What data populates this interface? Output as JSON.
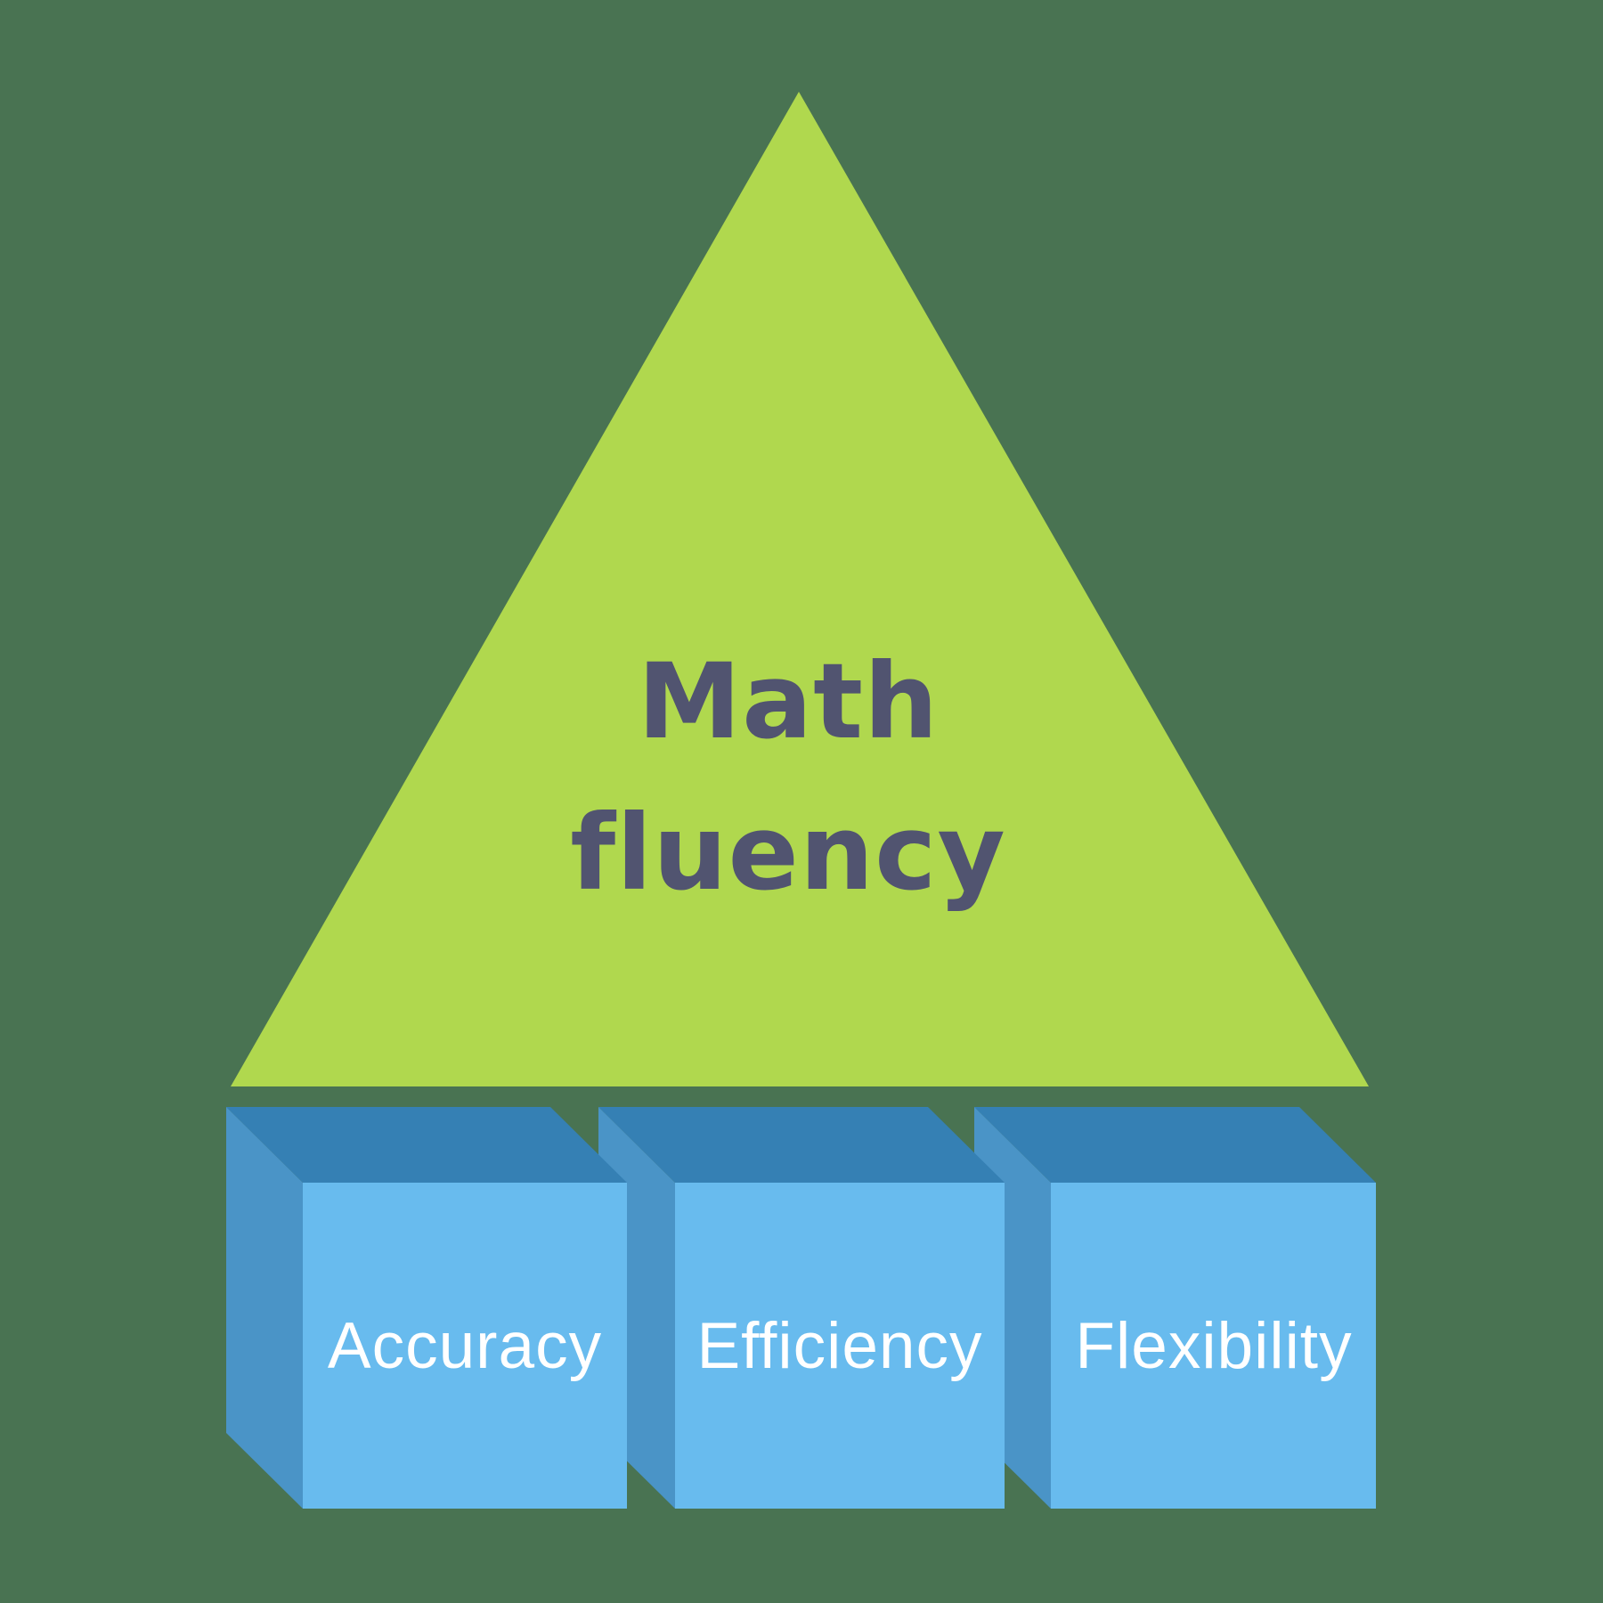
{
  "diagram": {
    "title": {
      "line1": "Math",
      "line2": "fluency",
      "full_text": "Math fluency"
    },
    "blocks": [
      {
        "label": "Accuracy"
      },
      {
        "label": "Efficiency"
      },
      {
        "label": "Flexibility"
      }
    ]
  },
  "colors": {
    "background": "#497352",
    "triangle": "#b0d84e",
    "title_text": "#515470",
    "block_top": "#3580b4",
    "block_side": "#4a94c7",
    "block_front": "#68bbee",
    "label_text": "#ffffff"
  }
}
